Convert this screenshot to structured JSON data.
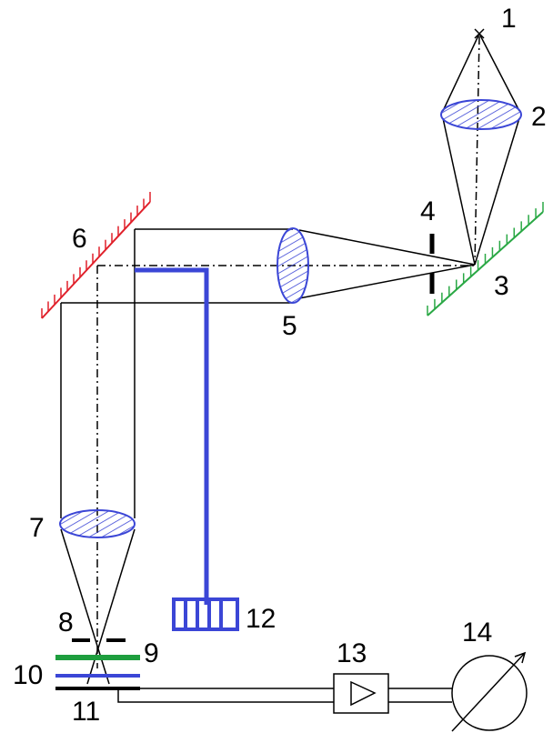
{
  "labels": {
    "l1": "1",
    "l2": "2",
    "l3": "3",
    "l4": "4",
    "l5": "5",
    "l6": "6",
    "l7": "7",
    "l8": "8",
    "l9": "9",
    "l10": "10",
    "l11": "11",
    "l12": "12",
    "l13": "13",
    "l14": "14"
  },
  "colors": {
    "lens": "#3b46d6",
    "mirror_6": "#e0202a",
    "mirror_3": "#2aa845",
    "fiber": "#3b46d6",
    "plate_9": "#1e9e3e",
    "plate_10": "#3b46d6",
    "line": "#000000"
  }
}
